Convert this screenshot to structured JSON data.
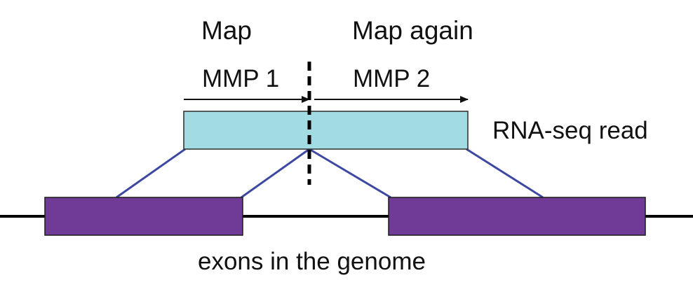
{
  "labels": {
    "map": "Map",
    "map_again": "Map again",
    "mmp1": "MMP 1",
    "mmp2": "MMP 2",
    "read": "RNA-seq read",
    "exons": "exons in the genome"
  },
  "colors": {
    "read_fill": "#a3dbe3",
    "exon_fill": "#6f3b96",
    "connector": "#3d48a3",
    "genome_line": "#000000"
  }
}
